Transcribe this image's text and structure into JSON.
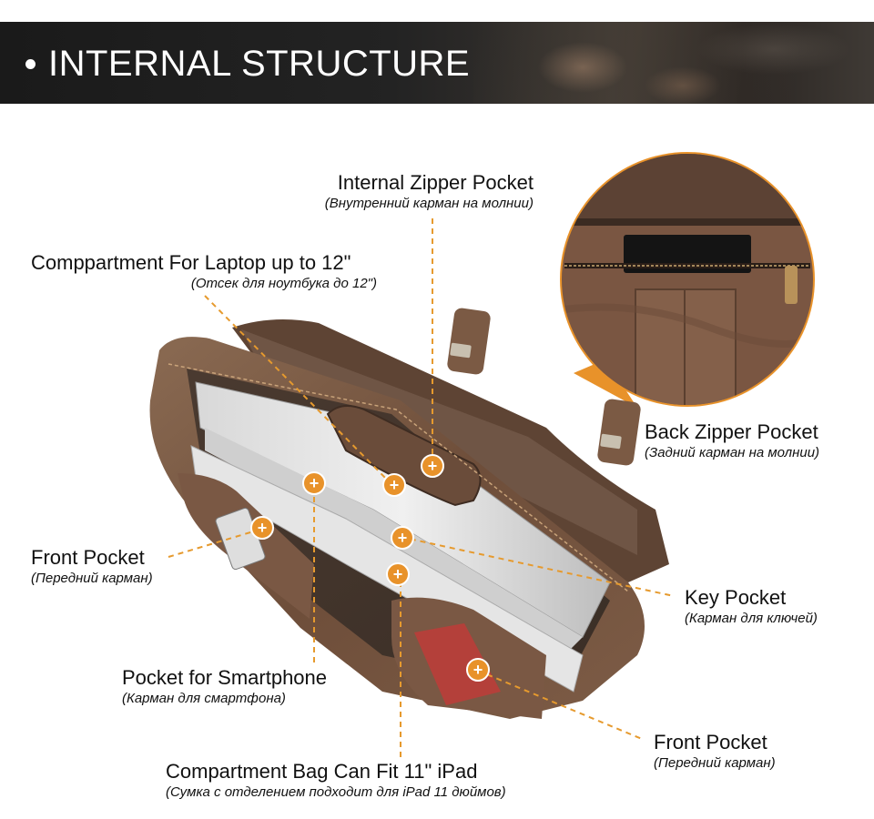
{
  "banner": {
    "title": "INTERNAL STRUCTURE"
  },
  "labels": {
    "internal_zipper": {
      "en": "Internal Zipper Pocket",
      "ru": "(Внутренний карман на молнии)"
    },
    "laptop": {
      "en": "Comppartment For Laptop up to 12\"",
      "ru": "(Отсек для ноутбука до 12\")"
    },
    "back_zipper": {
      "en": "Back Zipper Pocket",
      "ru": "(Задний карман на молнии)"
    },
    "front_pocket_left": {
      "en": "Front Pocket",
      "ru": "(Передний карман)"
    },
    "key_pocket": {
      "en": "Key Pocket",
      "ru": "(Карман для ключей)"
    },
    "smartphone": {
      "en": "Pocket for Smartphone",
      "ru": "(Карман для смартфона)"
    },
    "front_pocket_right": {
      "en": "Front Pocket",
      "ru": "(Передний карман)"
    },
    "ipad": {
      "en": "Compartment Bag Can Fit 11\" iPad",
      "ru": "(Сумка с отделением подходит для iPad 11 дюймов)"
    }
  },
  "colors": {
    "accent": "#e8922a",
    "leather": "#6b4a36",
    "banner": "#1e1e1e"
  },
  "markers": {
    "symbol": "+"
  }
}
